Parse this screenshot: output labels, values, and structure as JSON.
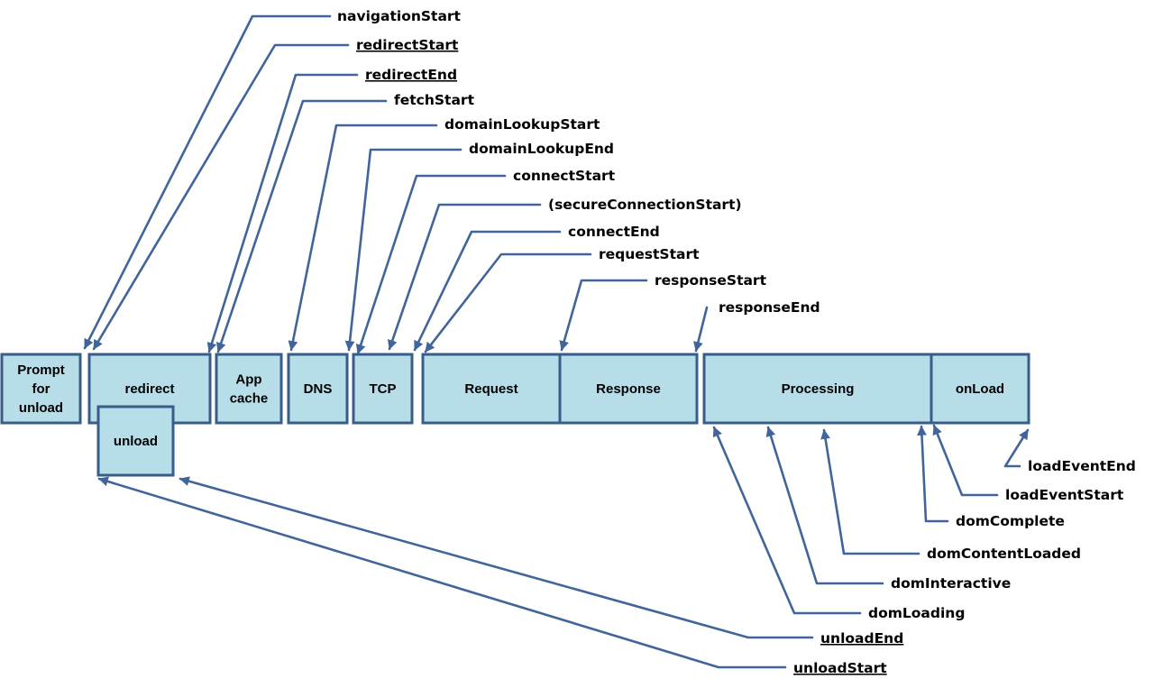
{
  "colors": {
    "box_fill": "#b7dde8",
    "box_stroke": "#385d8a",
    "connector": "#41659a",
    "text": "#000000"
  },
  "phases": [
    {
      "id": "prompt",
      "lines": [
        "Prompt",
        "for",
        "unload"
      ]
    },
    {
      "id": "redirect",
      "lines": [
        "redirect"
      ]
    },
    {
      "id": "unload",
      "lines": [
        "unload"
      ]
    },
    {
      "id": "appcache",
      "lines": [
        "App",
        "cache"
      ]
    },
    {
      "id": "dns",
      "lines": [
        "DNS"
      ]
    },
    {
      "id": "tcp",
      "lines": [
        "TCP"
      ]
    },
    {
      "id": "request",
      "lines": [
        "Request"
      ]
    },
    {
      "id": "response",
      "lines": [
        "Response"
      ]
    },
    {
      "id": "processing",
      "lines": [
        "Processing"
      ]
    },
    {
      "id": "onload",
      "lines": [
        "onLoad"
      ]
    }
  ],
  "events": [
    {
      "id": "navigationStart",
      "label": "navigationStart",
      "underlined": false
    },
    {
      "id": "redirectStart",
      "label": "redirectStart",
      "underlined": true
    },
    {
      "id": "redirectEnd",
      "label": "redirectEnd",
      "underlined": true
    },
    {
      "id": "fetchStart",
      "label": "fetchStart",
      "underlined": false
    },
    {
      "id": "domainLookupStart",
      "label": "domainLookupStart",
      "underlined": false
    },
    {
      "id": "domainLookupEnd",
      "label": "domainLookupEnd",
      "underlined": false
    },
    {
      "id": "connectStart",
      "label": "connectStart",
      "underlined": false
    },
    {
      "id": "secureConnectionStart",
      "label": "(secureConnectionStart)",
      "underlined": false
    },
    {
      "id": "connectEnd",
      "label": "connectEnd",
      "underlined": false
    },
    {
      "id": "requestStart",
      "label": "requestStart",
      "underlined": false
    },
    {
      "id": "responseStart",
      "label": "responseStart",
      "underlined": false
    },
    {
      "id": "responseEnd",
      "label": "responseEnd",
      "underlined": false
    },
    {
      "id": "loadEventEnd",
      "label": "loadEventEnd",
      "underlined": false
    },
    {
      "id": "loadEventStart",
      "label": "loadEventStart",
      "underlined": false
    },
    {
      "id": "domComplete",
      "label": "domComplete",
      "underlined": false
    },
    {
      "id": "domContentLoaded",
      "label": "domContentLoaded",
      "underlined": false
    },
    {
      "id": "domInteractive",
      "label": "domInteractive",
      "underlined": false
    },
    {
      "id": "domLoading",
      "label": "domLoading",
      "underlined": false
    },
    {
      "id": "unloadEnd",
      "label": "unloadEnd",
      "underlined": true
    },
    {
      "id": "unloadStart",
      "label": "unloadStart",
      "underlined": true
    }
  ]
}
